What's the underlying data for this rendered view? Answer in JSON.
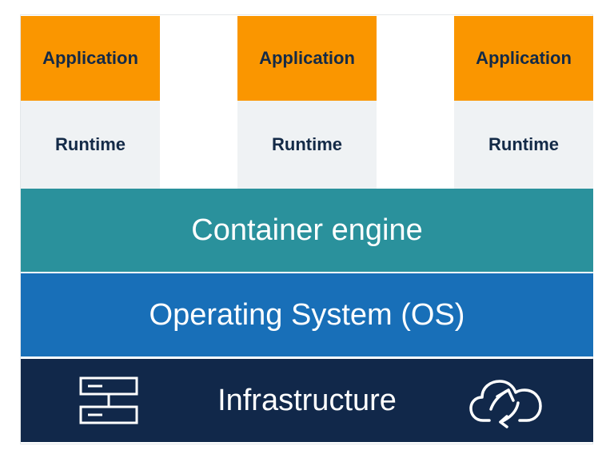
{
  "colors": {
    "application": "#fa9600",
    "runtime": "#eff2f4",
    "container_engine": "#2a919c",
    "operating_system": "#186fb8",
    "infrastructure": "#11284a",
    "dark_text": "#132a47"
  },
  "stacks": [
    {
      "application_label": "Application",
      "runtime_label": "Runtime"
    },
    {
      "application_label": "Application",
      "runtime_label": "Runtime"
    },
    {
      "application_label": "Application",
      "runtime_label": "Runtime"
    }
  ],
  "layers": {
    "container_engine": "Container engine",
    "operating_system": "Operating System (OS)",
    "infrastructure": "Infrastructure"
  },
  "icons": {
    "left": "server-icon",
    "right": "cloud-sync-icon"
  }
}
